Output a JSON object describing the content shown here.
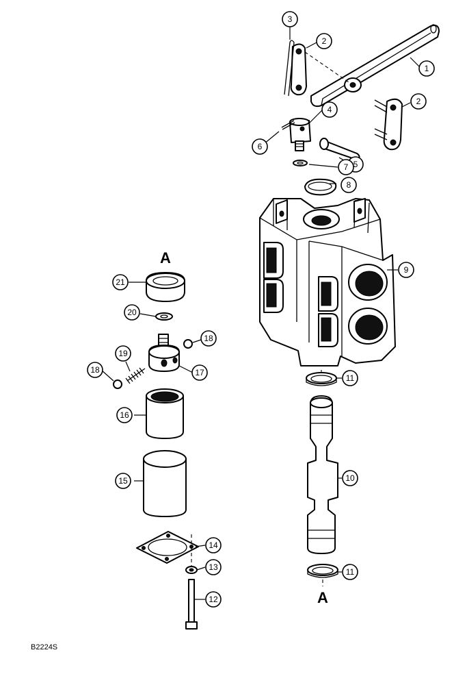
{
  "view_labels": {
    "top": "A",
    "bottom": "A"
  },
  "figure_ref": "B2224S",
  "callouts": [
    "1",
    "2",
    "2",
    "3",
    "4",
    "5",
    "6",
    "7",
    "8",
    "9",
    "10",
    "11",
    "11",
    "12",
    "13",
    "14",
    "15",
    "16",
    "17",
    "18",
    "18",
    "19",
    "20",
    "21"
  ]
}
